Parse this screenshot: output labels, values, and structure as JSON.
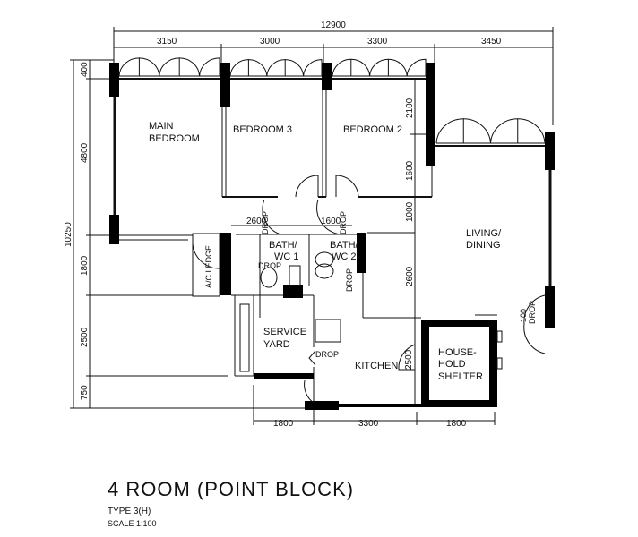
{
  "plan": {
    "title": "4 ROOM (POINT BLOCK)",
    "type": "TYPE 3(H)",
    "scale": "SCALE  1:100",
    "rooms": {
      "main_bedroom_1": "MAIN",
      "main_bedroom_2": "BEDROOM",
      "bedroom3": "BEDROOM 3",
      "bedroom2": "BEDROOM 2",
      "living_1": "LIVING/",
      "living_2": "DINING",
      "bath1_1": "BATH/",
      "bath1_2": "WC 1",
      "bath2_1": "BATH/",
      "bath2_2": "WC 2",
      "ac_ledge": "A/C LEDGE",
      "service_1": "SERVICE",
      "service_2": "YARD",
      "kitchen": "KITCHEN",
      "shelter_1": "HOUSE-",
      "shelter_2": "HOLD",
      "shelter_3": "SHELTER",
      "drop": "DROP"
    },
    "dimensions": {
      "overall_width": "12900",
      "top": [
        "3150",
        "3000",
        "3300",
        "3450"
      ],
      "overall_depth": "10250",
      "left": [
        "400",
        "4800",
        "1800",
        "2500",
        "750"
      ],
      "inner_right": [
        "2100",
        "1600",
        "1000",
        "2600"
      ],
      "bath": [
        "2600",
        "1600"
      ],
      "bottom": [
        "1800",
        "3300",
        "1800"
      ],
      "kitchen_door": "2500",
      "living_door": "100"
    }
  }
}
